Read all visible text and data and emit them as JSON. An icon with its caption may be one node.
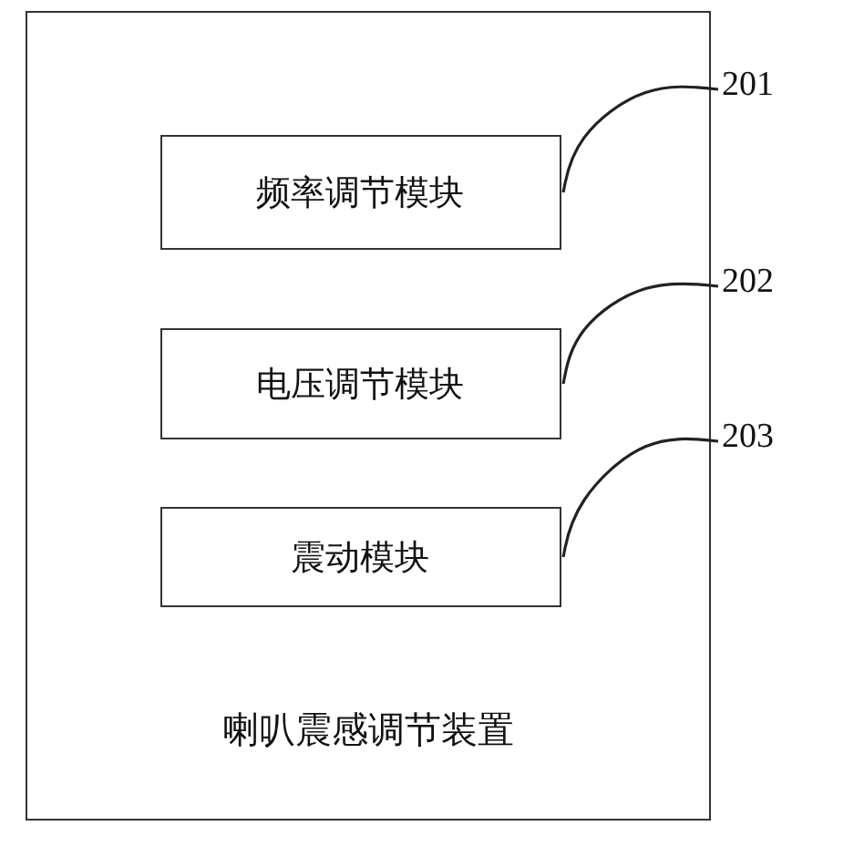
{
  "diagram": {
    "nodes": [
      {
        "text": [
          "喇叭震感调节装置"
        ]
      },
      {
        "text": [
          "频率调节模块"
        ],
        "in": 0
      },
      {
        "text": [
          "电压调节模块"
        ],
        "in": 0
      },
      {
        "text": [
          "震动模块"
        ],
        "in": 0
      },
      {
        "text": [
          "201"
        ]
      },
      {
        "text": [
          "202"
        ]
      },
      {
        "text": [
          "203"
        ]
      }
    ],
    "edges": [
      {
        "from": 4,
        "to": 1,
        "arrow": "none"
      },
      {
        "from": 5,
        "to": 2,
        "arrow": "none"
      },
      {
        "from": 6,
        "to": 3,
        "arrow": "none"
      }
    ]
  }
}
